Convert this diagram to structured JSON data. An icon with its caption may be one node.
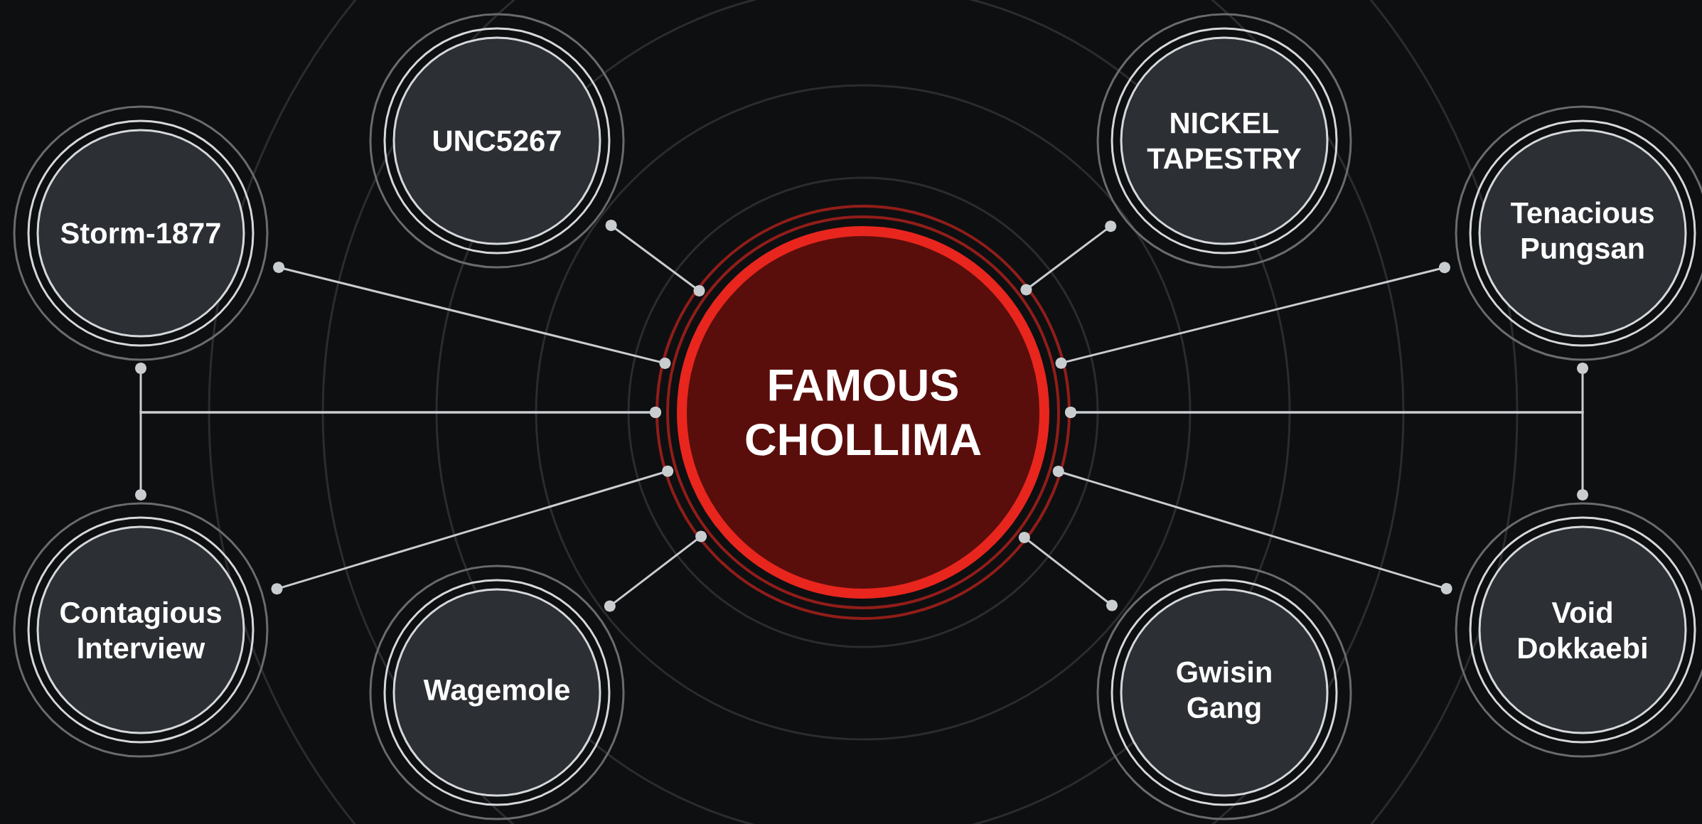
{
  "diagram": {
    "nodes": [
      {
        "text": [
          "FAMOUS CHOLLIMA"
        ]
      },
      {
        "text": [
          "Storm-1877"
        ]
      },
      {
        "text": [
          "UNC5267"
        ]
      },
      {
        "text": [
          "NICKEL TAPESTRY"
        ]
      },
      {
        "text": [
          "Tenacious Pungsan"
        ]
      },
      {
        "text": [
          "Contagious Interview"
        ]
      },
      {
        "text": [
          "Wagemole"
        ]
      },
      {
        "text": [
          "Gwisin Gang"
        ]
      },
      {
        "text": [
          "Void Dokkaebi"
        ]
      }
    ],
    "edges": [
      {
        "from": 0,
        "to": 1,
        "arrow": "other"
      },
      {
        "from": 0,
        "to": 2,
        "arrow": "other"
      },
      {
        "from": 0,
        "to": 3,
        "arrow": "other"
      },
      {
        "from": 0,
        "to": 4,
        "arrow": "other"
      },
      {
        "from": 0,
        "to": 5,
        "arrow": "other"
      },
      {
        "from": 0,
        "to": 6,
        "arrow": "other"
      },
      {
        "from": 0,
        "to": 7,
        "arrow": "other"
      },
      {
        "from": 0,
        "to": 8,
        "arrow": "other"
      },
      {
        "from": 0,
        "to": 1,
        "arrow": "other"
      },
      {
        "from": 0,
        "to": 5,
        "arrow": "other"
      },
      {
        "from": 0,
        "to": 4,
        "arrow": "other"
      },
      {
        "from": 0,
        "to": 8,
        "arrow": "other"
      }
    ]
  }
}
